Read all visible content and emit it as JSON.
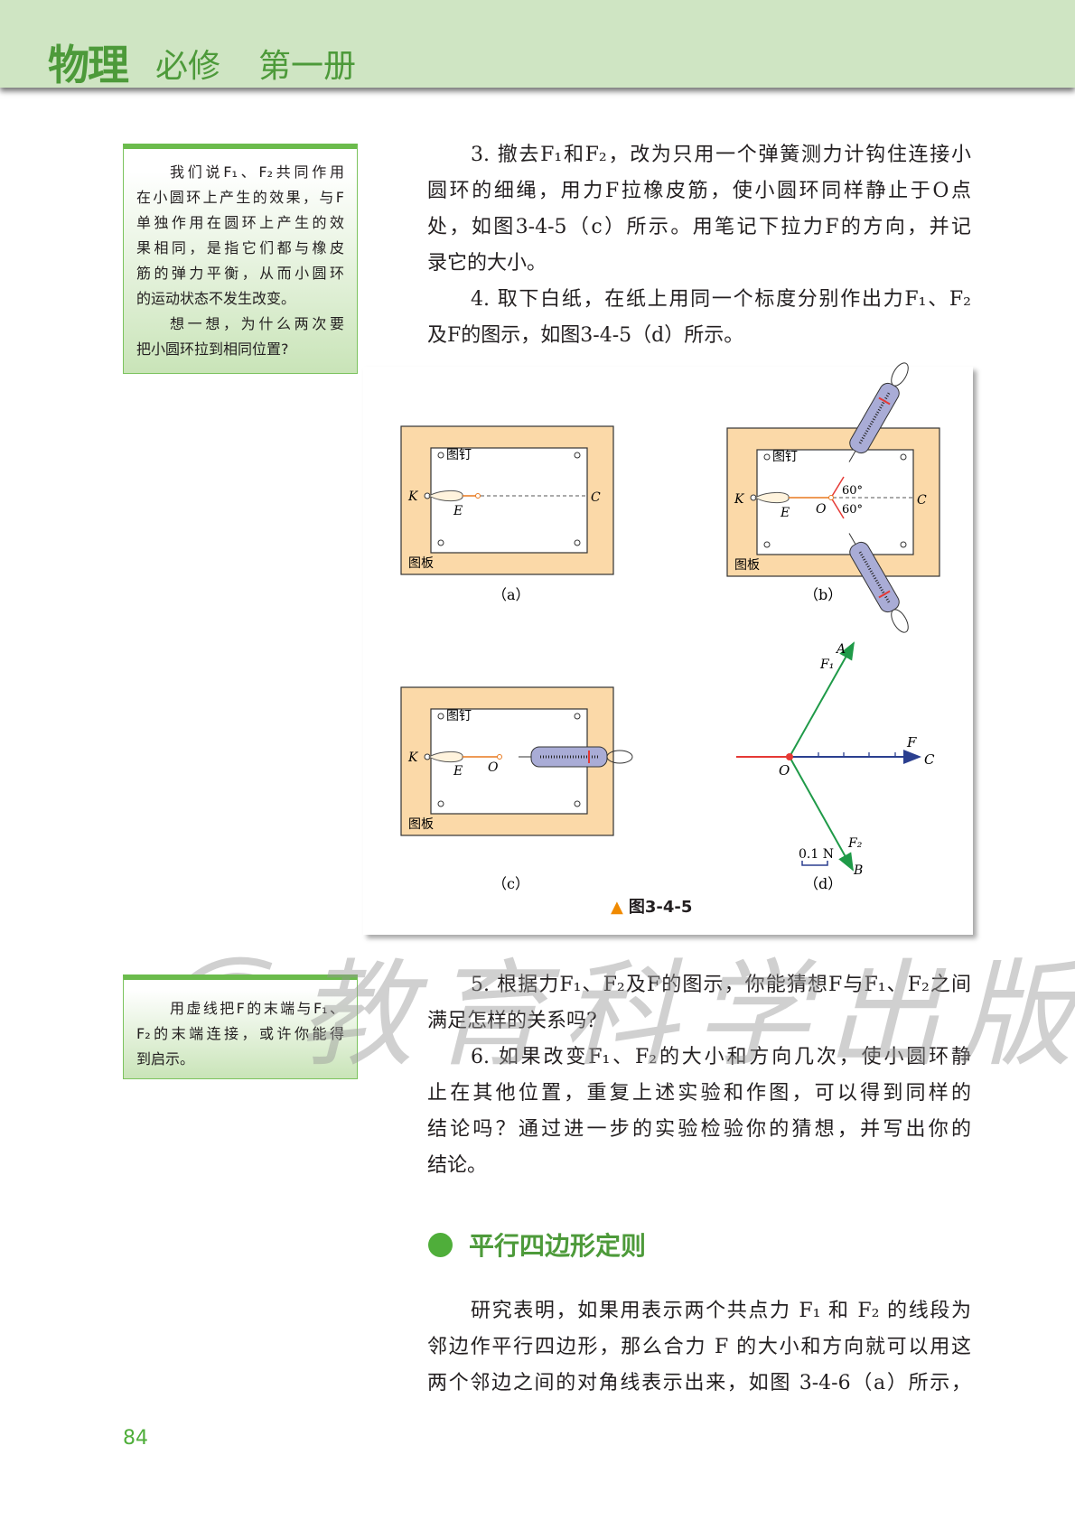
{
  "header": {
    "subject": "物理",
    "course": "必修",
    "volume": "第一册"
  },
  "sidebar_note_1": {
    "lines": [
      "我们说F₁、F₂共同作用",
      "在小圆环上产生的效果，与F",
      "单独作用在圆环上产生的效",
      "果相同，是指它们都与橡皮",
      "筋的弹力平衡，从而小圆环",
      "的运动状态不发生改变。",
      "想一想，为什么两次要",
      "把小圆环拉到相同位置?"
    ]
  },
  "steps_top": {
    "lines": [
      "3. 撤去F₁和F₂，改为只用一个弹簧测力计钩住连接小",
      "圆环的细绳，用力F拉橡皮筋，使小圆环同样静止于O点",
      "处，如图3-4-5（c）所示。用笔记下拉力F的方向，并记",
      "录它的大小。",
      "4. 取下白纸，在纸上用同一个标度分别作出力F₁、F₂",
      "及F的图示，如图3-4-5（d）所示。"
    ]
  },
  "figure": {
    "caption": "图3-4-5",
    "labels": {
      "pin": "图钉",
      "board": "图板",
      "K": "K",
      "E": "E",
      "C": "C",
      "O": "O",
      "angle": "60°"
    },
    "sub_a": "（a）",
    "sub_b": "（b）",
    "sub_c": "（c）",
    "sub_d": "（d）",
    "diagram_d": {
      "F1": "F₁",
      "F2": "F₂",
      "F": "F",
      "A": "A",
      "B": "B",
      "C": "C",
      "O": "O",
      "scale": "0.1 N"
    },
    "colors": {
      "board": "#fbd9a8",
      "F1F2": "#1f9a48",
      "F": "#2b3f8f",
      "rubber": "#e53935"
    }
  },
  "sidebar_note_2": {
    "lines": [
      "用虚线把F的末端与F₁、",
      "F₂的末端连接，或许你能得",
      "到启示。"
    ]
  },
  "steps_bottom": {
    "lines": [
      "5. 根据力F₁、F₂及F的图示，你能猜想F与F₁、F₂之间",
      "满足怎样的关系吗?",
      "6. 如果改变F₁、F₂的大小和方向几次，使小圆环静",
      "止在其他位置，重复上述实验和作图，可以得到同样的",
      "结论吗？通过进一步的实验检验你的猜想，并写出你的",
      "结论。"
    ]
  },
  "section": {
    "title": "平行四边形定则"
  },
  "section_text": {
    "lines": [
      "研究表明，如果用表示两个共点力 F₁ 和 F₂ 的线段为",
      "邻边作平行四边形，那么合力 F 的大小和方向就可以用这",
      "两个邻边之间的对角线表示出来，如图 3-4-6（a）所示，"
    ]
  },
  "watermark": {
    "text": "教育科学出版社",
    "logo": "ESPH"
  },
  "page_number": "84"
}
